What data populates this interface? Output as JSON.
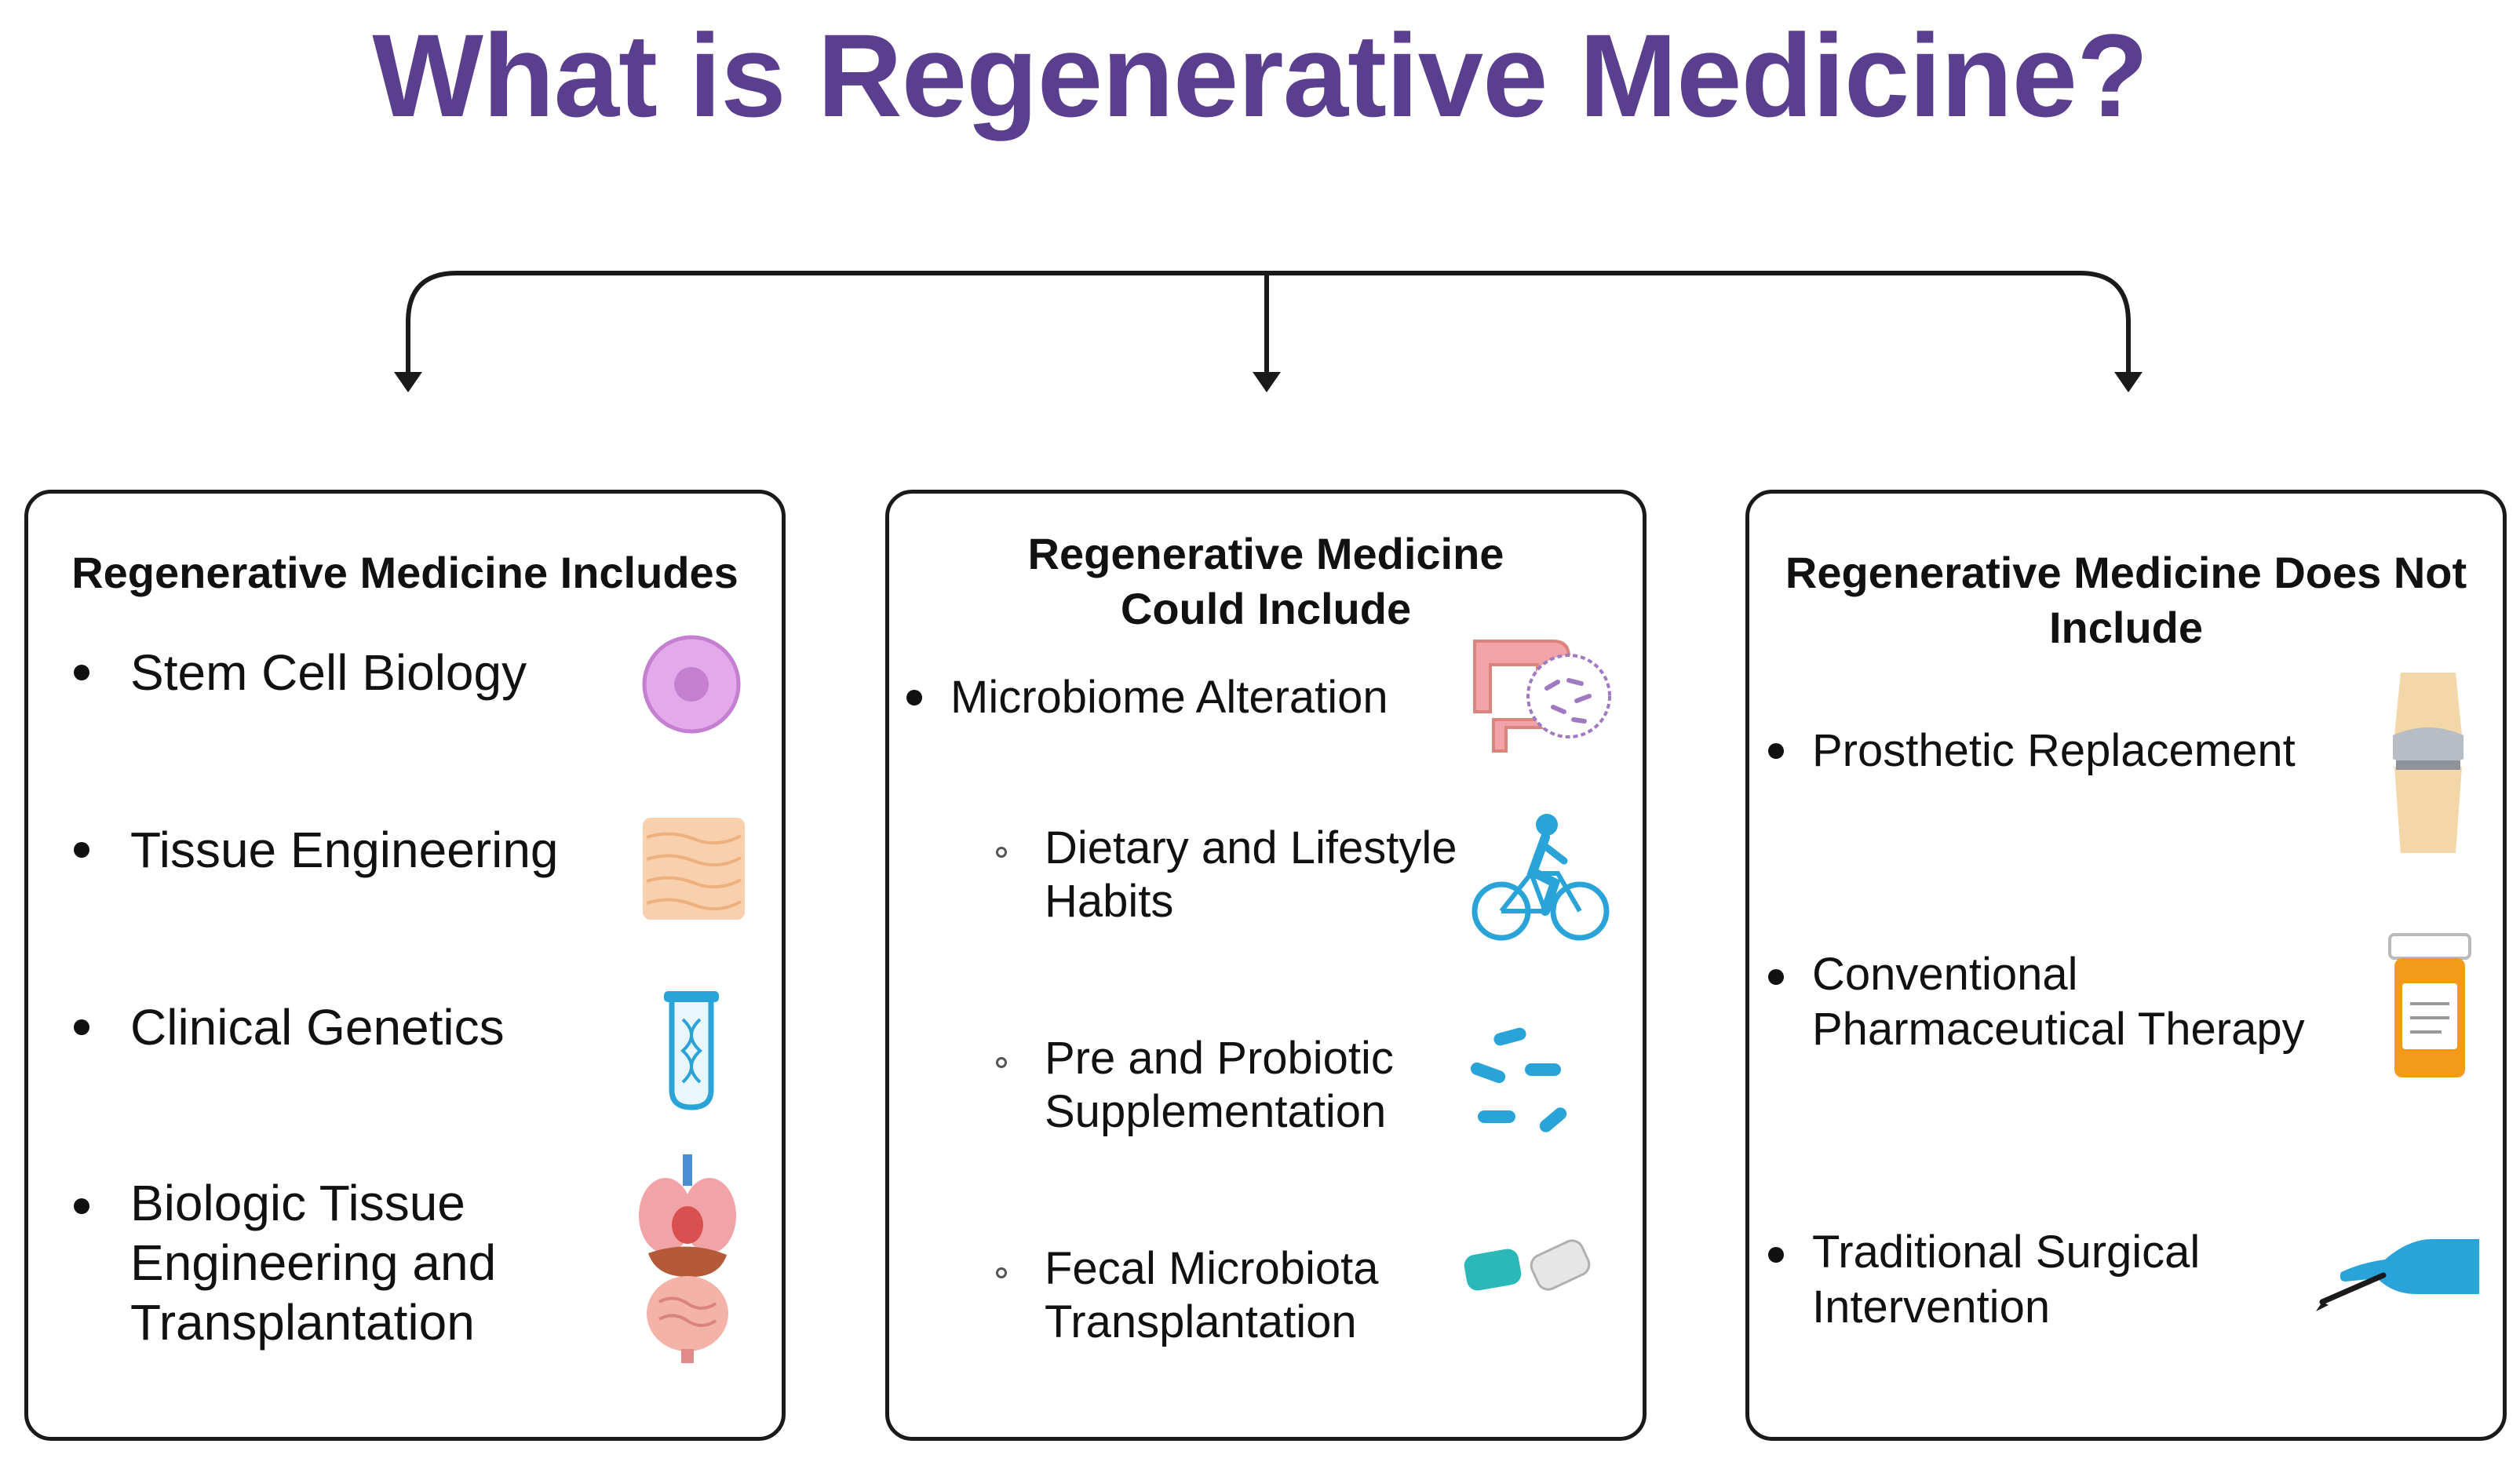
{
  "title": "What is Regenerative Medicine?",
  "colors": {
    "title": "#5a3f8f",
    "border": "#1a1a1a",
    "accent_blue": "#2aa4d8",
    "cell": "#d79be0",
    "tissue": "#f6c9a3",
    "pill_orange": "#f39a1b"
  },
  "panels": [
    {
      "title": "Regenerative Medicine Includes",
      "items": [
        {
          "text": "Stem Cell Biology",
          "icon": "stem-cell-icon"
        },
        {
          "text": "Tissue Engineering",
          "icon": "tissue-icon"
        },
        {
          "text": "Clinical Genetics",
          "icon": "test-tube-dna-icon"
        },
        {
          "text": "Biologic Tissue Engineering and Transplantation",
          "icon": "organs-icon"
        }
      ]
    },
    {
      "title": "Regenerative Medicine Could Include",
      "items": [
        {
          "text": "Microbiome Alteration",
          "icon": "intestine-microbes-icon"
        }
      ],
      "subitems": [
        {
          "text": "Dietary and Lifestyle Habits",
          "icon": "cyclist-icon"
        },
        {
          "text": "Pre and Probiotic Supplementation",
          "icon": "bacteria-icon"
        },
        {
          "text": "Fecal Microbiota Transplantation",
          "icon": "capsules-icon"
        }
      ]
    },
    {
      "title": "Regenerative Medicine Does Not Include",
      "items": [
        {
          "text": "Prosthetic Replacement",
          "icon": "knee-prosthesis-icon"
        },
        {
          "text": "Conventional Pharmaceutical Therapy",
          "icon": "pill-bottle-icon"
        },
        {
          "text": "Traditional Surgical Intervention",
          "icon": "scalpel-hand-icon"
        }
      ]
    }
  ]
}
